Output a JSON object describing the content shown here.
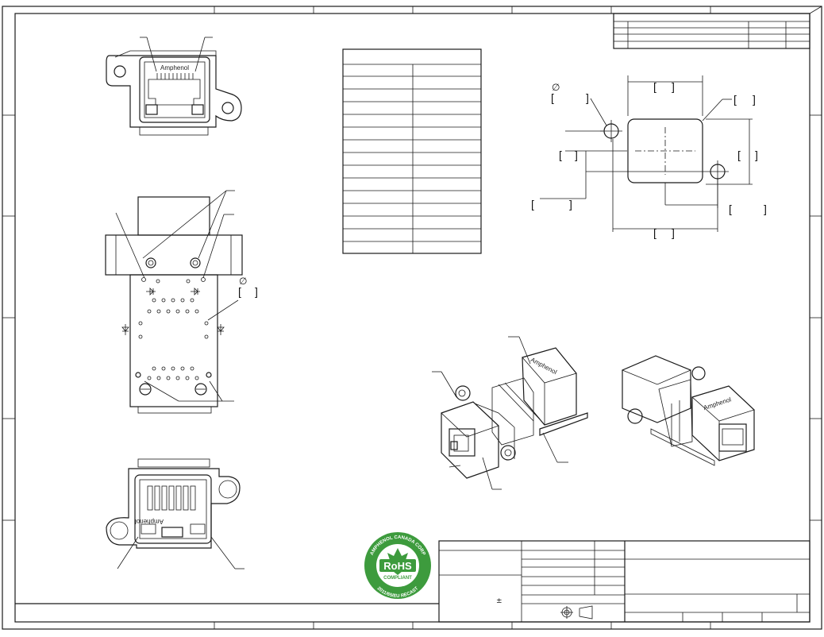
{
  "drawing": {
    "brand_front": "Amphenol",
    "brand_rear": "Amphenol",
    "brand_iso": "Amphenol",
    "dim_symbols": {
      "diameter": "∅",
      "bracket_open": "[",
      "bracket_close": "]",
      "plus_minus": "±"
    }
  },
  "rohs_seal": {
    "arc_text": "AMPHENOL CANADA CORP",
    "main": "RoHS",
    "sub": "COMPLIANT",
    "bottom_arc": "2011/65/EU RECAST",
    "color": "#3d9b3d"
  },
  "colors": {
    "line": "#1a1a1a",
    "background": "#ffffff"
  }
}
